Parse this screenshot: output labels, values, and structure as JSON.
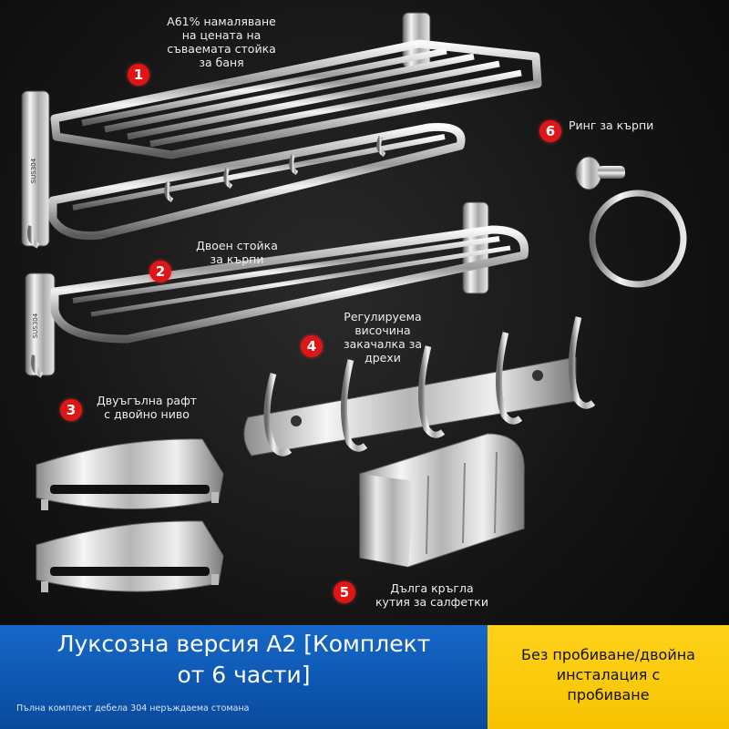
{
  "callouts": [
    {
      "number": "1",
      "label_lines": [
        "А61% намаляване",
        "на цената на",
        "съваемата стойка",
        "за баня"
      ]
    },
    {
      "number": "2",
      "label_lines": [
        "Двоен стойка",
        "за кърпи"
      ]
    },
    {
      "number": "3",
      "label_lines": [
        "Двуъгълна рафт",
        "с двойно ниво"
      ]
    },
    {
      "number": "4",
      "label_lines": [
        "Регулируема",
        "височина",
        "закачалка за",
        "дрехи"
      ]
    },
    {
      "number": "5",
      "label_lines": [
        "Дълга кръгла",
        "кутия за салфетки"
      ]
    },
    {
      "number": "6",
      "label_lines": [
        "Ринг за кърпи"
      ]
    }
  ],
  "stamps": {
    "rack_mark_1": "SUS304",
    "rack_mark_2": "SUS304"
  },
  "banner": {
    "title_lines": [
      "Луксозна версия А2 [Комплект",
      "от 6 части]"
    ],
    "subtitle": "Пълна комплект дебела 304 неръждаема стомана",
    "right_lines": [
      "Без пробиване/двойна",
      "инсталация с",
      "пробиване"
    ]
  },
  "colors": {
    "accent_red": "#e01616",
    "banner_blue": "#0d56b0",
    "banner_yellow": "#f6c300"
  }
}
